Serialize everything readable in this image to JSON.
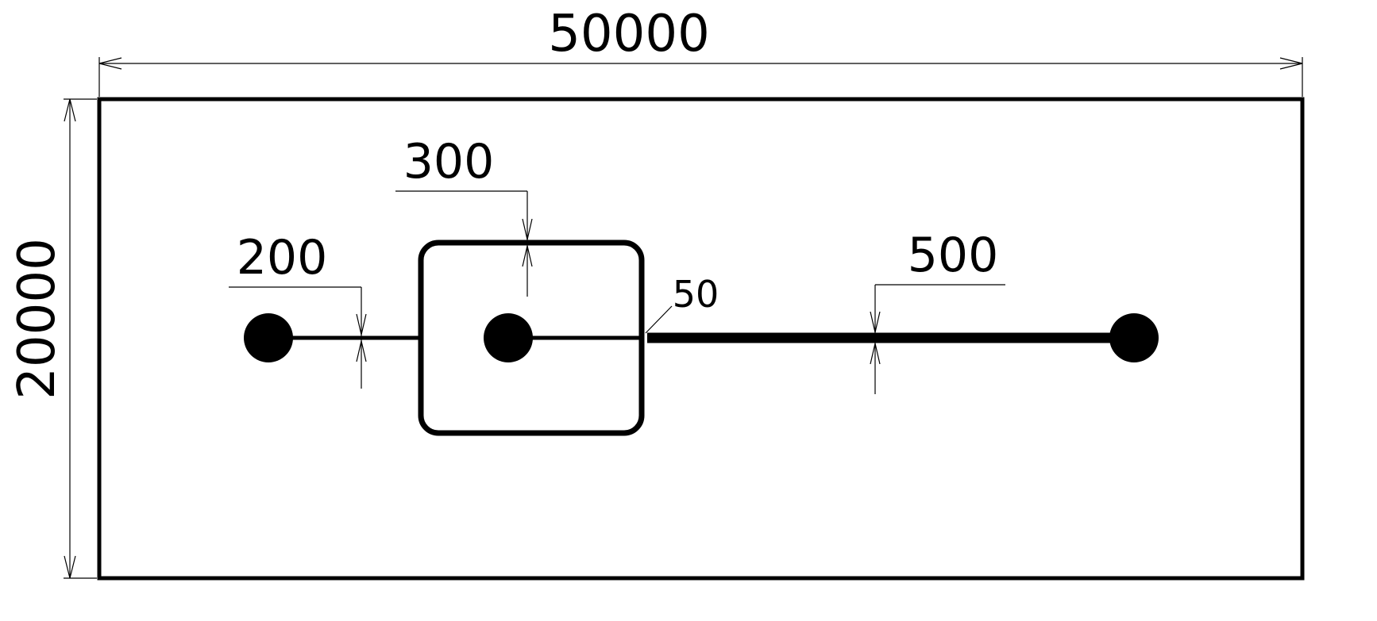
{
  "dimensions": {
    "overall_width": "50000",
    "overall_height": "20000",
    "left_line_width": "200",
    "box_wall_width": "300",
    "gap": "50",
    "right_line_width": "500"
  }
}
